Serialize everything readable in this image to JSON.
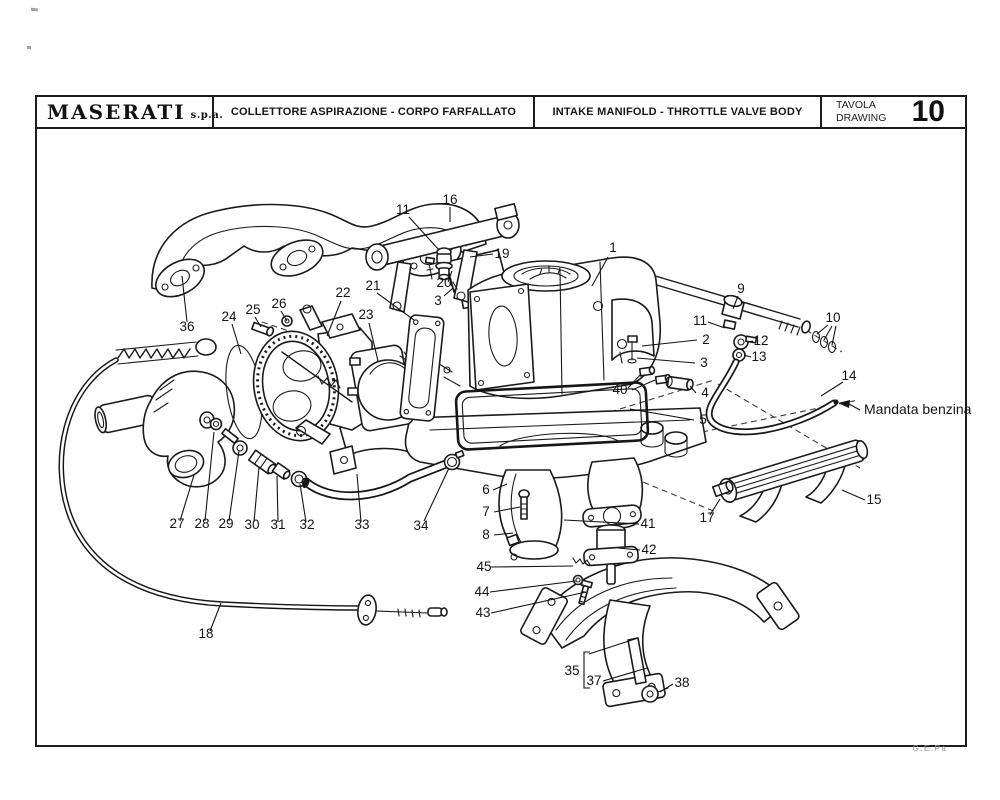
{
  "header": {
    "brand": "MASERATI",
    "brand_suffix": "s.p.a.",
    "title_italian": "COLLETTORE ASPIRAZIONE - CORPO FARFALLATO",
    "title_english": "INTAKE MANIFOLD - THROTTLE VALVE BODY",
    "drawing_word_italian": "TAVOLA",
    "drawing_word_english": "DRAWING",
    "drawing_number": "10"
  },
  "diagram": {
    "flow_annotation": "Mandata benzina",
    "footer_mark": "G.E.Pa",
    "ink_color": "#1a1a1a",
    "paper_color": "#ffffff",
    "callouts": [
      {
        "n": "1"
      },
      {
        "n": "2"
      },
      {
        "n": "3"
      },
      {
        "n": "3"
      },
      {
        "n": "4"
      },
      {
        "n": "5"
      },
      {
        "n": "6"
      },
      {
        "n": "7"
      },
      {
        "n": "8"
      },
      {
        "n": "9"
      },
      {
        "n": "10"
      },
      {
        "n": "11"
      },
      {
        "n": "11"
      },
      {
        "n": "12"
      },
      {
        "n": "13"
      },
      {
        "n": "14"
      },
      {
        "n": "15"
      },
      {
        "n": "16"
      },
      {
        "n": "17"
      },
      {
        "n": "18"
      },
      {
        "n": "19"
      },
      {
        "n": "20"
      },
      {
        "n": "21"
      },
      {
        "n": "22"
      },
      {
        "n": "23"
      },
      {
        "n": "24"
      },
      {
        "n": "25"
      },
      {
        "n": "26"
      },
      {
        "n": "27"
      },
      {
        "n": "28"
      },
      {
        "n": "29"
      },
      {
        "n": "30"
      },
      {
        "n": "31"
      },
      {
        "n": "32"
      },
      {
        "n": "33"
      },
      {
        "n": "34"
      },
      {
        "n": "35"
      },
      {
        "n": "36"
      },
      {
        "n": "37"
      },
      {
        "n": "38"
      },
      {
        "n": "40"
      },
      {
        "n": "41"
      },
      {
        "n": "42"
      },
      {
        "n": "43"
      },
      {
        "n": "44"
      },
      {
        "n": "45"
      }
    ]
  }
}
